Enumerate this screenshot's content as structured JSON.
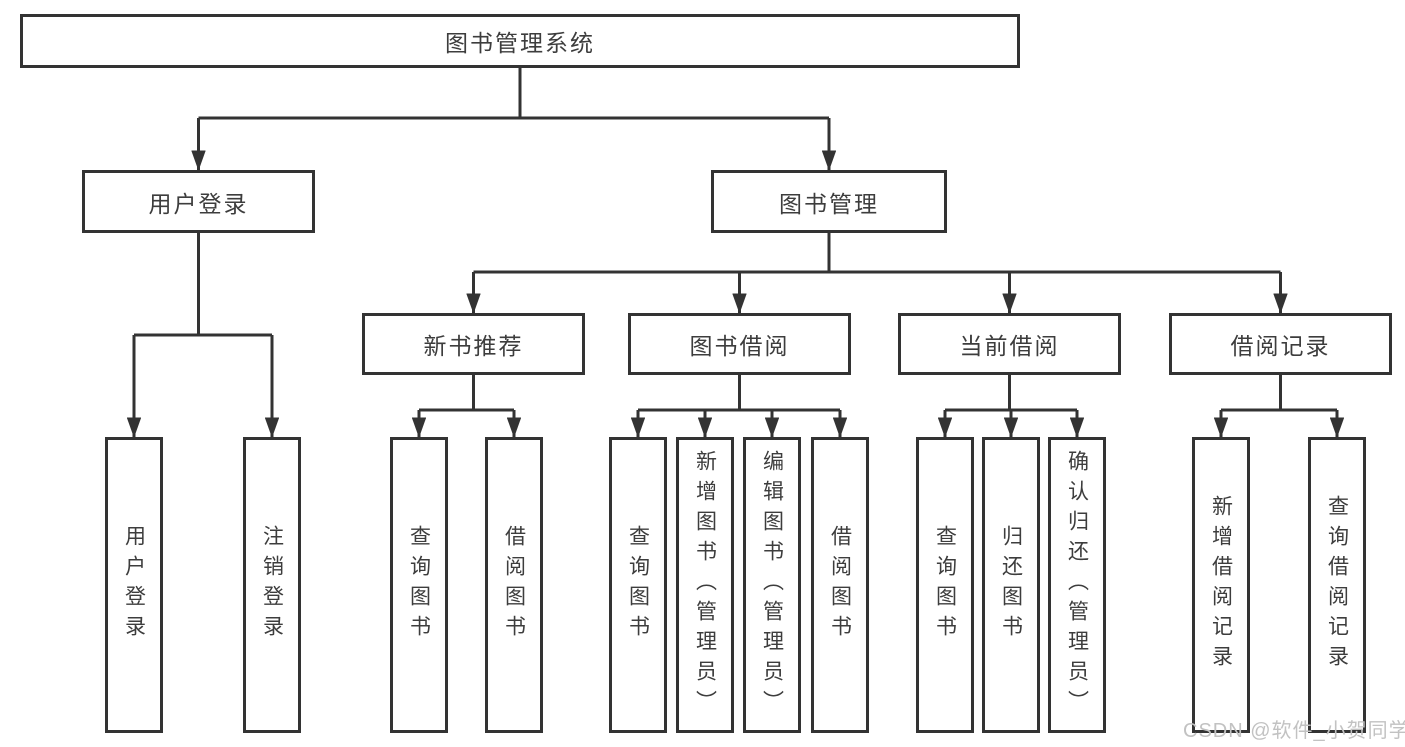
{
  "diagram": {
    "root": {
      "label": "图书管理系统"
    },
    "user_login": {
      "label": "用户登录",
      "children": [
        "用户登录",
        "注销登录"
      ]
    },
    "book_mgmt": {
      "label": "图书管理"
    },
    "new_books": {
      "label": "新书推荐",
      "children": [
        "查询图书",
        "借阅图书"
      ]
    },
    "borrow": {
      "label": "图书借阅",
      "children": [
        "查询图书",
        "新增图书（管理员）",
        "编辑图书（管理员）",
        "借阅图书"
      ]
    },
    "current": {
      "label": "当前借阅",
      "children": [
        "查询图书",
        "归还图书",
        "确认归还（管理员）"
      ]
    },
    "records": {
      "label": "借阅记录",
      "children": [
        "新增借阅记录",
        "查询借阅记录"
      ]
    },
    "watermark": "CSDN @软件_小贺同学",
    "colors": {
      "line": "#333333",
      "text": "#3d3d3d",
      "box_background": "#ffffff",
      "watermark": "#c2c2c2"
    }
  }
}
